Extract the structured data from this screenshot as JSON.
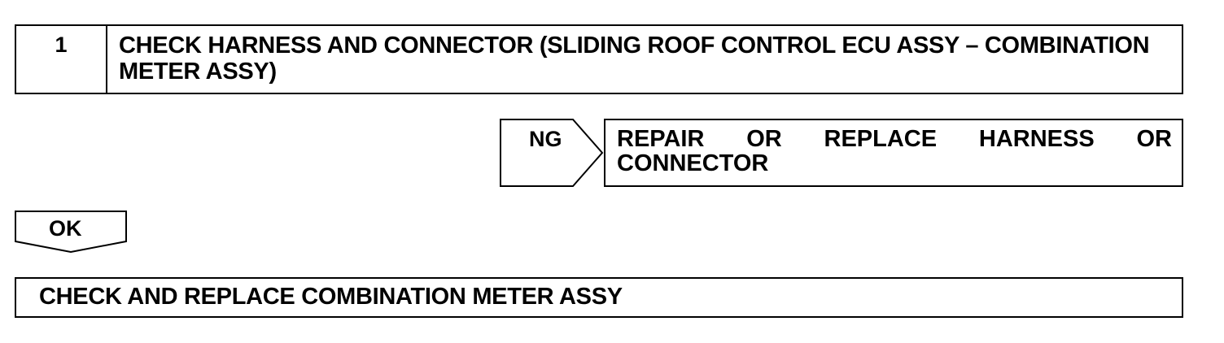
{
  "step": {
    "number": "1",
    "title": "CHECK HARNESS AND CONNECTOR (SLIDING ROOF CONTROL ECU ASSY – COMBINATION METER ASSY)"
  },
  "ng_branch": {
    "label": "NG",
    "result": "REPAIR OR REPLACE HARNESS OR CONNECTOR"
  },
  "ok_branch": {
    "label": "OK"
  },
  "next_step": {
    "text": "CHECK AND REPLACE COMBINATION METER ASSY"
  }
}
